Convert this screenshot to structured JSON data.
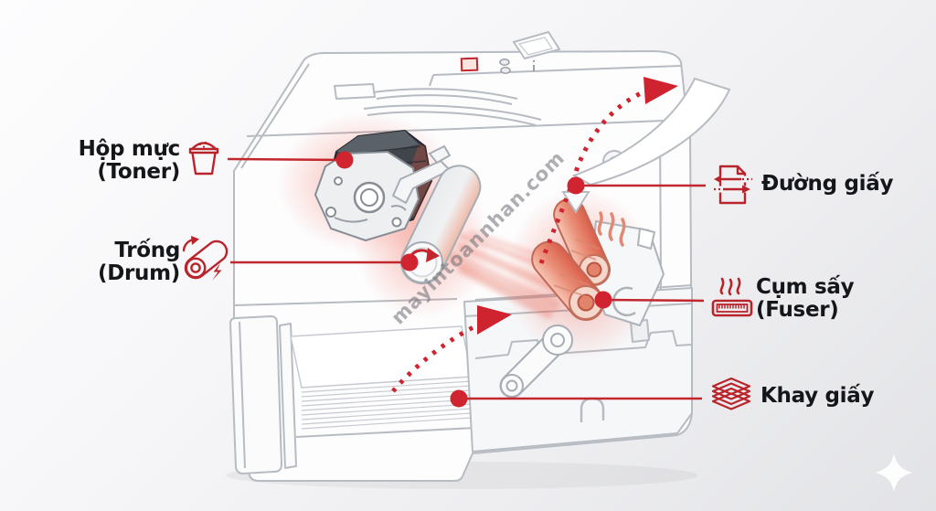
{
  "diagram": {
    "subject": "laser-printer-internal-components-cross-section"
  },
  "watermark": {
    "text": "mayintoannhan.com"
  },
  "callouts": {
    "toner": {
      "line1": "Hộp mực",
      "line2": "(Toner)",
      "icon": "toner-cup-icon"
    },
    "drum": {
      "line1": "Trống",
      "line2": "(Drum)",
      "icon": "drum-icon"
    },
    "paper_path": {
      "label": "Đường giấy",
      "icon": "paper-path-icon"
    },
    "fuser": {
      "line1": "Cụm sấy",
      "line2": "(Fuser)",
      "icon": "fuser-icon"
    },
    "tray": {
      "label": "Khay giấy",
      "icon": "paper-stack-icon"
    }
  },
  "colors": {
    "accent_red": "#c1272d",
    "dot_red": "#d02530",
    "icon_red": "#b9242a",
    "glow_red": "#ef5a46",
    "outline_gray": "#b7bbc2",
    "label_text": "#15161a",
    "watermark_gray": "#76767a"
  }
}
